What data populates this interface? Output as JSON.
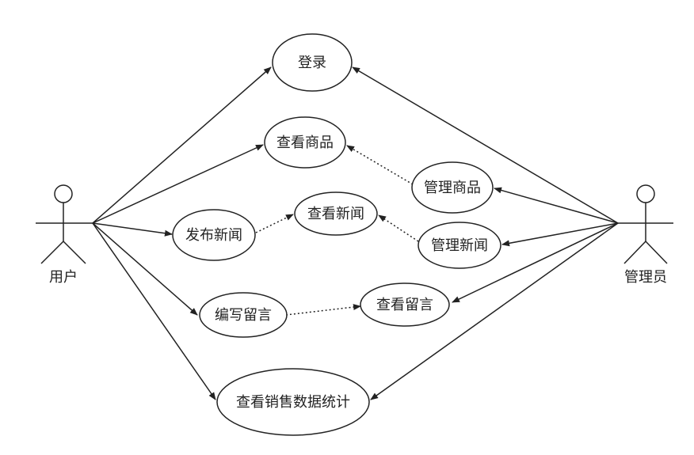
{
  "actors": {
    "user": "用户",
    "admin": "管理员"
  },
  "use_cases": {
    "login": "登录",
    "view_products": "查看商品",
    "publish_news": "发布新闻",
    "view_news": "查看新闻",
    "manage_products": "管理商品",
    "manage_news": "管理新闻",
    "write_message": "编写留言",
    "view_message": "查看留言",
    "view_sales_stats": "查看销售数据统计"
  }
}
